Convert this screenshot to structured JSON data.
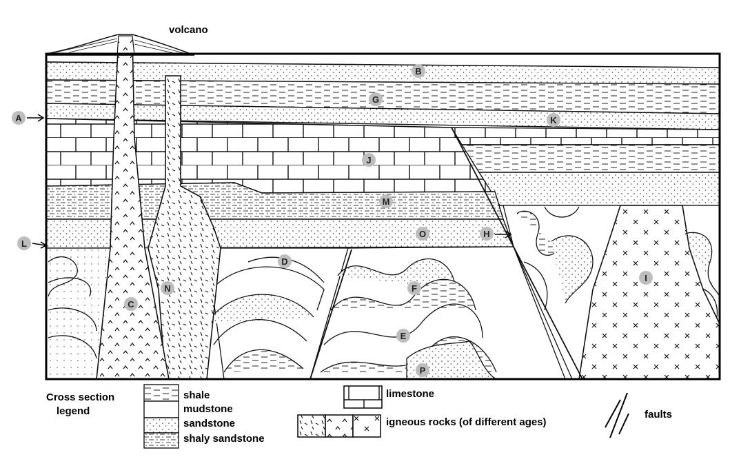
{
  "top_label": "volcano",
  "unit_labels": {
    "A": "A",
    "B": "B",
    "C": "C",
    "D": "D",
    "E": "E",
    "F": "F",
    "G": "G",
    "H": "H",
    "I": "I",
    "J": "J",
    "K": "K",
    "L": "L",
    "M": "M",
    "N": "N",
    "O": "O",
    "P": "P"
  },
  "legend": {
    "title_line1": "Cross section",
    "title_line2": "legend",
    "shale": "shale",
    "mudstone": "mudstone",
    "sandstone": "sandstone",
    "shaly_sandstone": "shaly sandstone",
    "limestone": "limestone",
    "igneous": "igneous rocks (of different ages)",
    "faults": "faults"
  }
}
